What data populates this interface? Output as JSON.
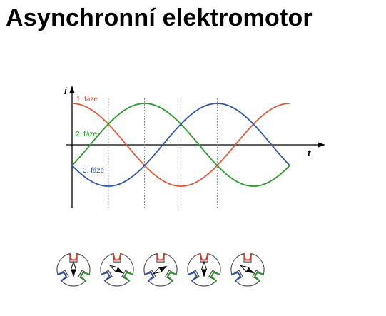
{
  "slide": {
    "title": "Asynchronní elektromotor"
  },
  "diagram": {
    "axis_y_label": "i",
    "axis_x_label": "t",
    "phases": [
      {
        "label": "1. fáze",
        "color": "#e05a3a",
        "phase_shift_deg": 0
      },
      {
        "label": "2. fáze",
        "color": "#2a9a2a",
        "phase_shift_deg": -120
      },
      {
        "label": "3. fáze",
        "color": "#2f56a8",
        "phase_shift_deg": 120
      }
    ],
    "dashed_marker_count": 4
  },
  "stators": {
    "count": 5,
    "colors": {
      "pole_1": "#d63a2a",
      "pole_2": "#2a9a2a",
      "pole_3": "#2f56a8",
      "rotor": "#000000"
    },
    "rotor_angles_deg": [
      90,
      30,
      -30,
      90,
      30
    ]
  }
}
